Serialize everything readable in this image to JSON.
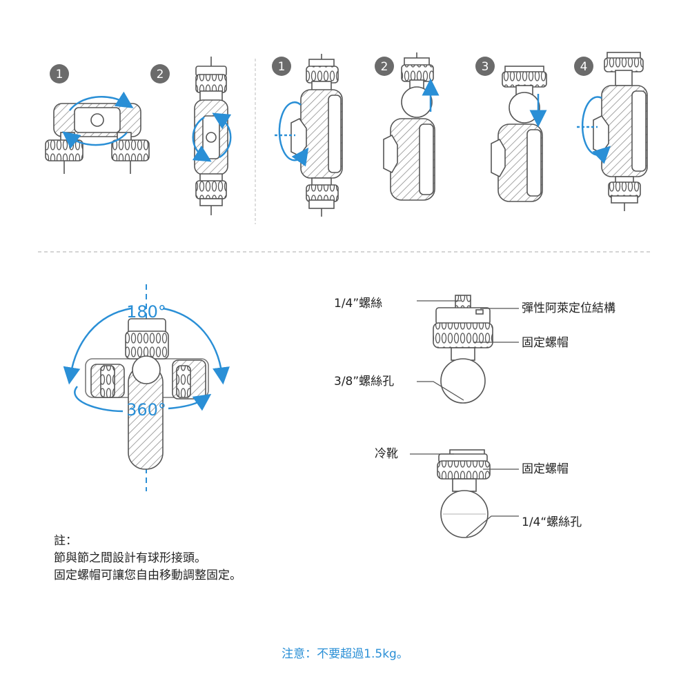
{
  "steps_left": [
    "1",
    "2"
  ],
  "steps_right": [
    "1",
    "2",
    "3",
    "4"
  ],
  "rotation": {
    "vertical": "180°",
    "horizontal": "360°"
  },
  "callouts_top": {
    "screw": "1/4”螺絲",
    "spring": "彈性阿萊定位結構",
    "nut": "固定螺帽",
    "hole": "3/8”螺絲孔"
  },
  "callouts_bottom": {
    "shoe": "冷靴",
    "nut": "固定螺帽",
    "hole": "1/4“螺絲孔"
  },
  "notes": [
    "註：",
    "節與節之間設計有球形接頭。",
    "固定螺帽可讓您自由移動調整固定。"
  ],
  "warning": "注意：不要超過1.5kg。",
  "colors": {
    "accent": "#2a8fd6",
    "line": "#555555",
    "hatch": "#9a9a9a",
    "badge": "#6b6b6b"
  }
}
